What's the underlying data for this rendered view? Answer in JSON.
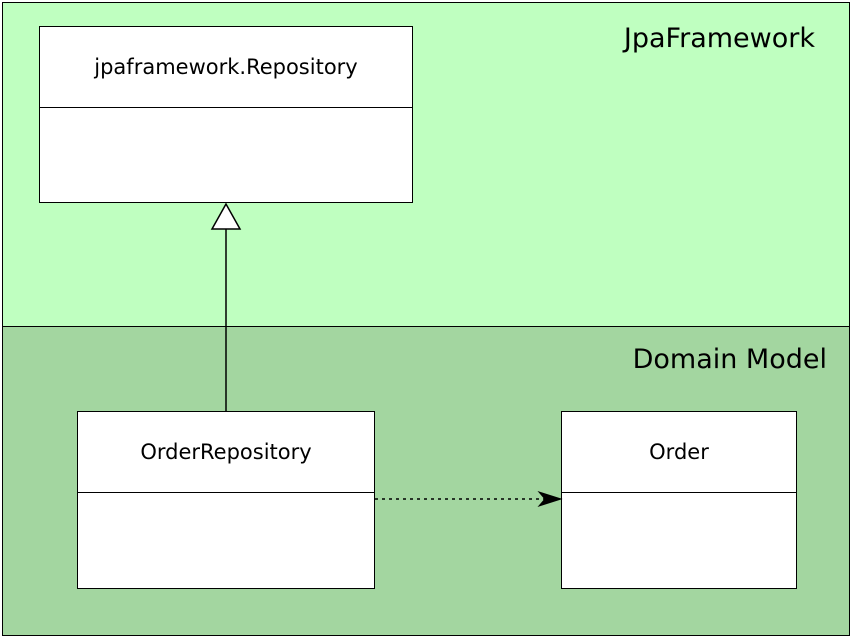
{
  "packages": {
    "framework": {
      "title": "JpaFramework"
    },
    "domain": {
      "title": "Domain Model"
    }
  },
  "classes": {
    "repository": {
      "name": "jpaframework.Repository"
    },
    "order_repository": {
      "name": "OrderRepository"
    },
    "order": {
      "name": "Order"
    }
  },
  "colors": {
    "framework_fill": "#bfffc0",
    "domain_fill": "#a3d6a0",
    "class_fill": "#ffffff",
    "line": "#000000"
  },
  "relations": [
    {
      "type": "generalization",
      "from": "OrderRepository",
      "to": "jpaframework.Repository"
    },
    {
      "type": "dependency",
      "from": "OrderRepository",
      "to": "Order"
    }
  ]
}
